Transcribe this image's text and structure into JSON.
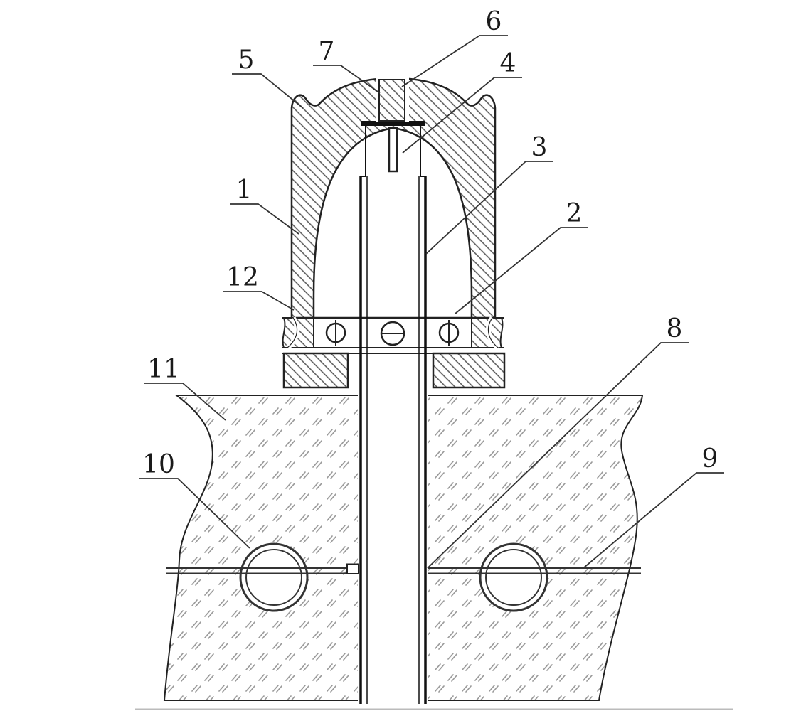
{
  "figure": {
    "background_color": "#ffffff",
    "line_color": "#1a1a1a",
    "hatch_color": "#555555",
    "ground_mark_color": "#9a9a9a"
  },
  "labels": {
    "l1": "1",
    "l2": "2",
    "l3": "3",
    "l4": "4",
    "l5": "5",
    "l6": "6",
    "l7": "7",
    "l8": "8",
    "l9": "9",
    "l10": "10",
    "l11": "11",
    "l12": "12"
  }
}
